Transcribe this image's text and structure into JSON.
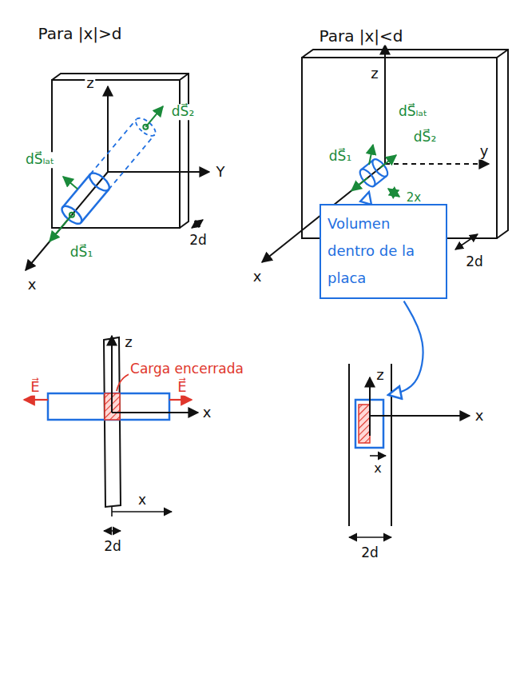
{
  "diagram": {
    "nodes": [
      {
        "text": [
          "Volumen dentro de la placa"
        ]
      }
    ],
    "labels": [
      "Para |x|>d",
      "Para |x|<d",
      "z",
      "dS⃗₂",
      "dS⃗ₗₐₜ",
      "Y",
      "dS⃗₁",
      "2d",
      "x",
      "z",
      "dS⃗ₗₐₜ",
      "dS⃗₂",
      "dS⃗₁",
      "2x",
      "y",
      "x",
      "2d",
      "z",
      "Carga encerrada",
      "E⃗",
      "E⃗",
      "x",
      "x",
      "2d",
      "z",
      "x",
      "x",
      "2d"
    ]
  }
}
